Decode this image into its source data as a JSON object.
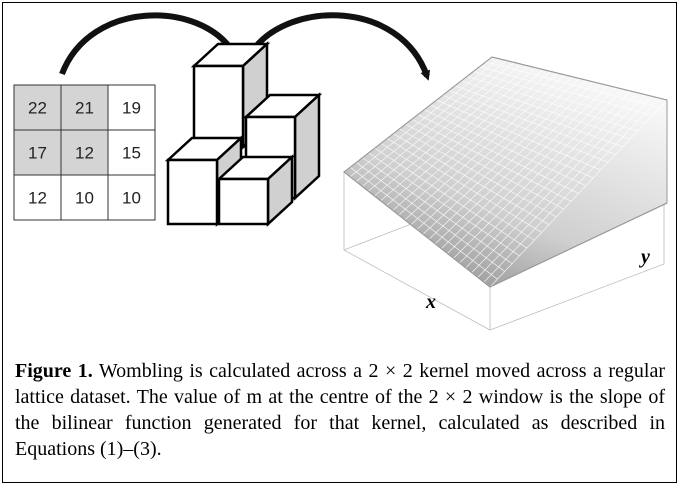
{
  "figure": {
    "grid": [
      [
        "22",
        "21",
        "19"
      ],
      [
        "17",
        "12",
        "15"
      ],
      [
        "12",
        "10",
        "10"
      ]
    ],
    "shaded_cells": [
      [
        0,
        0
      ],
      [
        0,
        1
      ],
      [
        1,
        0
      ],
      [
        1,
        1
      ]
    ],
    "x_axis_label": "x",
    "y_axis_label": "y"
  },
  "caption": {
    "label": "Figure 1.",
    "text": "Wombling is calculated across a 2 × 2 kernel moved across a regular lattice dataset. The value of m at the centre of the 2 × 2 window is the slope of the bilinear function generated for that kernel, calculated as described in Equations (1)–(3)."
  },
  "colors": {
    "shaded_cell": "#d4d4d4",
    "cube_side": "#d0d0d0",
    "surface_light": "#f4f4f4",
    "surface_dark": "#7c7c7c"
  }
}
